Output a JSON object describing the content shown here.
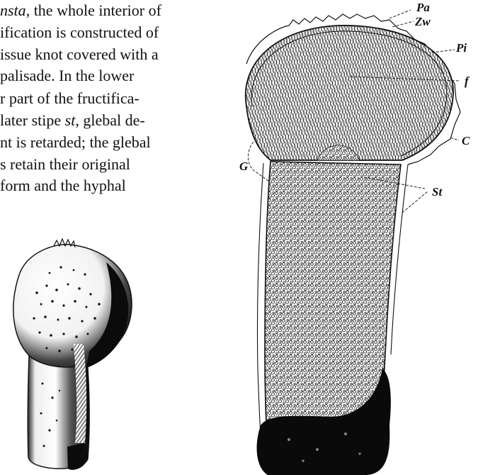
{
  "text": {
    "lines": [
      {
        "pre": "",
        "italic": "nsta",
        "post": ", the whole interior of"
      },
      {
        "pre": "ification is constructed of",
        "italic": "",
        "post": ""
      },
      {
        "pre": "issue knot covered with a",
        "italic": "",
        "post": ""
      },
      {
        "pre": "palisade.  In the lower",
        "italic": "",
        "post": ""
      },
      {
        "pre": "r  part  of  the  fructifica-",
        "italic": "",
        "post": ""
      },
      {
        "pre": "later stipe ",
        "italic": "st",
        "post": ", glebal de-"
      },
      {
        "pre": "nt is retarded; the glebal",
        "italic": "",
        "post": ""
      },
      {
        "pre": "s   retain   their   original",
        "italic": "",
        "post": ""
      },
      {
        "pre": " form   and   the   hyphal",
        "italic": "",
        "post": ""
      }
    ]
  },
  "figure": {
    "labels": {
      "pa": "Pa",
      "zw": "Zw",
      "pi": "Pi",
      "f": "f",
      "c": "C",
      "g": "G",
      "st": "St"
    }
  }
}
